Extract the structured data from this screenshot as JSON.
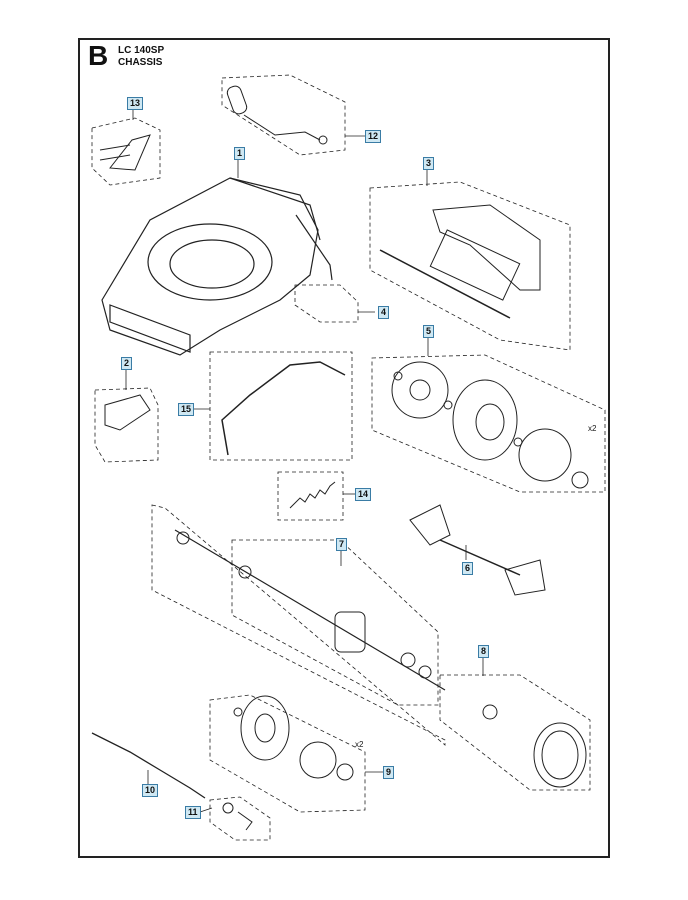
{
  "header": {
    "section_letter": "B",
    "model": "LC 140SP",
    "group": "CHASSIS"
  },
  "callouts": [
    "1",
    "2",
    "3",
    "4",
    "5",
    "6",
    "7",
    "8",
    "9",
    "10",
    "11",
    "12",
    "13",
    "14",
    "15"
  ],
  "quantities": {
    "wheel_front": "x2",
    "wheel_rear": "x2"
  },
  "colors": {
    "callout_fill": "#cfe8f3",
    "callout_border": "#3a7ca5",
    "line": "#222222"
  }
}
